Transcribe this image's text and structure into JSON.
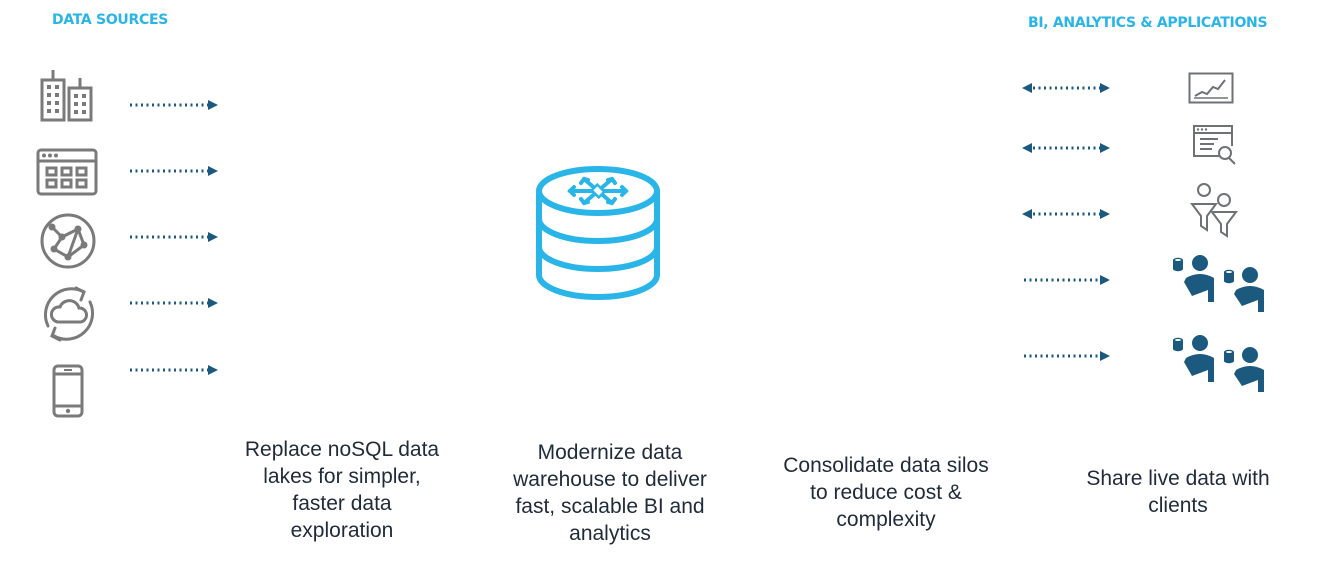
{
  "headers": {
    "sources": "DATA SOURCES",
    "destinations": "BI, ANALYTICS & APPLICATIONS"
  },
  "sources": [
    {
      "icon": "office-buildings-icon"
    },
    {
      "icon": "app-window-grid-icon"
    },
    {
      "icon": "network-globe-icon"
    },
    {
      "icon": "cloud-sync-icon"
    },
    {
      "icon": "mobile-phone-icon"
    }
  ],
  "destinations": [
    {
      "icon": "line-chart-icon"
    },
    {
      "icon": "web-search-icon"
    },
    {
      "icon": "user-filter-icon"
    },
    {
      "icon": "users-data-share-icon"
    },
    {
      "icon": "users-data-share-icon"
    }
  ],
  "center": {
    "icon": "snowflake-database-icon"
  },
  "captions": [
    "Replace noSQL data\nlakes for simpler,\nfaster data\nexploration",
    "Modernize data\nwarehouse to deliver\nfast, scalable BI and\nanalytics",
    "Consolidate data silos\nto reduce cost &\ncomplexity",
    "Share live data with\nclients"
  ],
  "colors": {
    "accent": "#29b5e8",
    "arrow": "#1b5a7e",
    "source_icon": "#7a7a7a",
    "dest_icon_outline": "#6e7278",
    "dest_people": "#1b5a7e",
    "caption_text": "#1f2b3a"
  }
}
